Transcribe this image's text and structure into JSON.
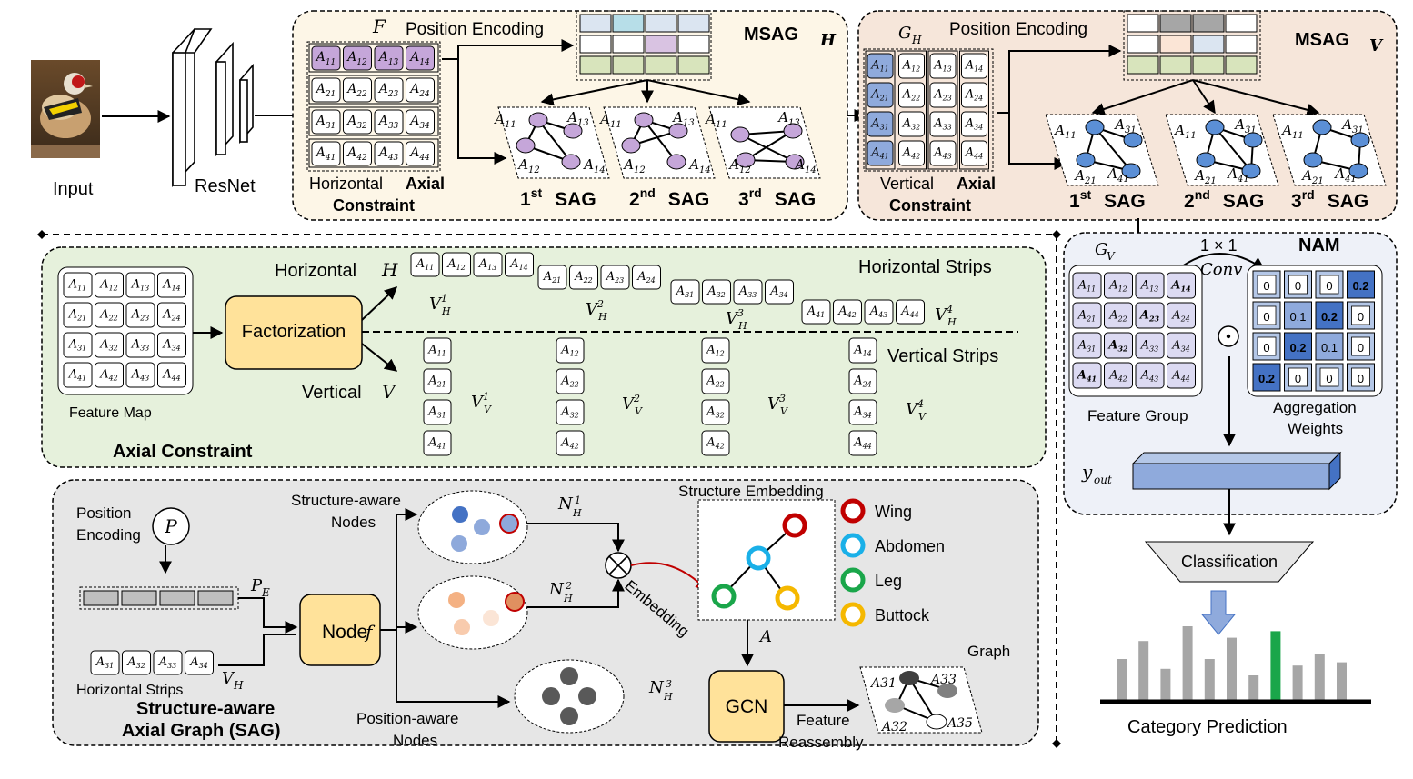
{
  "input": {
    "label": "Input"
  },
  "backbone": {
    "label": "ResNet"
  },
  "msag_h": {
    "title_main": "MSAG",
    "title_sub": "H",
    "feature_symbol": "F",
    "position_encoding": "Position Encoding",
    "constraint_line1_a": "Horizontal",
    "constraint_line1_b": "Axial",
    "constraint_line2": "Constraint",
    "cells": [
      "A11",
      "A12",
      "A13",
      "A14",
      "A21",
      "A22",
      "A23",
      "A24",
      "A31",
      "A32",
      "A33",
      "A34",
      "A41",
      "A42",
      "A43",
      "A44"
    ],
    "sag_labels": [
      {
        "ord": "1",
        "sup": "st",
        "text": "SAG"
      },
      {
        "ord": "2",
        "sup": "nd",
        "text": "SAG"
      },
      {
        "ord": "3",
        "sup": "rd",
        "text": "SAG"
      }
    ],
    "graph_nodes": [
      "A11",
      "A13",
      "A12",
      "A14"
    ]
  },
  "msag_v": {
    "title_main": "MSAG",
    "title_sub": "V",
    "feature_symbol": "G",
    "feature_symbol_sub": "H",
    "position_encoding": "Position Encoding",
    "constraint_line1_a": "Vertical",
    "constraint_line1_b": "Axial",
    "constraint_line2": "Constraint",
    "cells": [
      "A11",
      "A12",
      "A13",
      "A14",
      "A21",
      "A22",
      "A23",
      "A24",
      "A31",
      "A32",
      "A33",
      "A34",
      "A41",
      "A42",
      "A43",
      "A44"
    ],
    "sag_labels": [
      {
        "ord": "1",
        "sup": "st",
        "text": "SAG"
      },
      {
        "ord": "2",
        "sup": "nd",
        "text": "SAG"
      },
      {
        "ord": "3",
        "sup": "rd",
        "text": "SAG"
      }
    ],
    "graph_nodes": [
      "A11",
      "A31",
      "A21",
      "A41"
    ]
  },
  "axial": {
    "title": "Axial Constraint",
    "feature_map_label": "Feature Map",
    "factorization": "Factorization",
    "horizontal_label": "Horizontal",
    "horizontal_sym": "H",
    "vertical_label": "Vertical",
    "vertical_sym": "V",
    "horizontal_strips": "Horizontal Strips",
    "vertical_strips": "Vertical Strips",
    "cells": [
      "A11",
      "A12",
      "A13",
      "A14",
      "A21",
      "A22",
      "A23",
      "A24",
      "A31",
      "A32",
      "A33",
      "A34",
      "A41",
      "A42",
      "A43",
      "A44"
    ],
    "h_strip_labels": [
      "1",
      "2",
      "3",
      "4"
    ],
    "v_strip_labels": [
      "1",
      "2",
      "3",
      "4"
    ],
    "v_strip_cells": [
      [
        "A11",
        "A21",
        "A31",
        "A41"
      ],
      [
        "A12",
        "A22",
        "A32",
        "A42"
      ],
      [
        "A12",
        "A22",
        "A32",
        "A42"
      ],
      [
        "A14",
        "A24",
        "A34",
        "A44"
      ]
    ]
  },
  "sag": {
    "title_line1": "Structure-aware",
    "title_line2": "Axial Graph (SAG)",
    "position_encoding_line1": "Position",
    "position_encoding_line2": "Encoding",
    "p_symbol": "P",
    "pe_symbol": "P",
    "pe_sub": "E",
    "strip_cells": [
      "A31",
      "A32",
      "A33",
      "A34"
    ],
    "horizontal_strips": "Horizontal Strips",
    "vh_symbol": "V",
    "vh_sub": "H",
    "node_f": "Node",
    "node_f_sym": "f",
    "structure_nodes_line1": "Structure-aware",
    "structure_nodes_line2": "Nodes",
    "position_nodes_line1": "Position-aware",
    "position_nodes_line2": "Nodes",
    "n_labels": [
      "1",
      "2",
      "3"
    ],
    "structure_embedding": "Structure Embedding",
    "embedding": "Embedding",
    "a_symbol": "A",
    "gcn": "GCN",
    "feature_reassembly_line1": "Feature",
    "feature_reassembly_line2": "Reassembly",
    "graph": "Graph",
    "graph_nodes": [
      "A31",
      "A33",
      "A32",
      "A35"
    ],
    "legend": [
      {
        "label": "Wing",
        "color": "#c00000"
      },
      {
        "label": "Abdomen",
        "color": "#1ab0e8"
      },
      {
        "label": "Leg",
        "color": "#1aa64a"
      },
      {
        "label": "Buttock",
        "color": "#f5b800"
      }
    ]
  },
  "nam": {
    "title": "NAM",
    "g_symbol": "G",
    "g_sub": "V",
    "conv_line1": "1 × 1",
    "conv_line2": "Conv",
    "feature_group": "Feature Group",
    "aggregation_line1": "Aggregation",
    "aggregation_line2": "Weights",
    "odot": "⊙",
    "y_out": "y",
    "y_out_sub": "out",
    "group_cells": [
      "A11",
      "A12",
      "A13",
      "A14",
      "A21",
      "A22",
      "A23",
      "A24",
      "A31",
      "A32",
      "A33",
      "A34",
      "A41",
      "A42",
      "A43",
      "A44"
    ],
    "weights": [
      "0",
      "0",
      "0",
      "0.2",
      "0",
      "0.1",
      "0.2",
      "0",
      "0",
      "0.2",
      "0.1",
      "0",
      "0.2",
      "0",
      "0",
      "0"
    ]
  },
  "classification": {
    "label": "Classification",
    "category_prediction": "Category Prediction",
    "bars": [
      0.5,
      0.72,
      0.38,
      0.9,
      0.5,
      0.76,
      0.3,
      0.84,
      0.42,
      0.56,
      0.46
    ],
    "highlight_index": 7,
    "bar_color": "#a6a6a6",
    "highlight_color": "#1aa64a"
  },
  "colors": {
    "msag_h_bg": "#fdf6e7",
    "msag_v_bg": "#f6e6da",
    "axial_bg": "#e6f1dc",
    "sag_bg": "#e6e6e6",
    "nam_bg": "#eef1f8",
    "node_box": "#ffe29a",
    "purple_node": "#c5a6d9",
    "blue_node": "#5b8fd6"
  }
}
